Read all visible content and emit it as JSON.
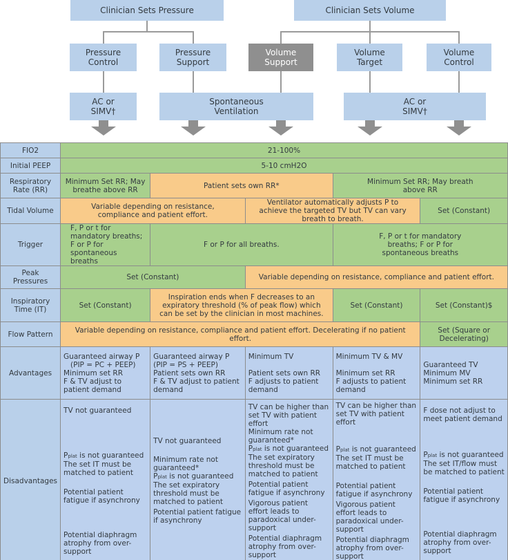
{
  "top": {
    "pressure_header": "Clinician Sets Pressure",
    "volume_header": "Clinician Sets Volume",
    "modes": [
      "Pressure Control",
      "Pressure Support",
      "Volume Support",
      "Volume Target",
      "Volume Control"
    ],
    "breath_types": {
      "left": "AC or SIMV†",
      "middle": "Spontaneous Ventilation",
      "right": "AC or SIMV†"
    }
  },
  "colors": {
    "blue": "#b9d0ea",
    "green": "#a8d08d",
    "orange": "#f9cb8a",
    "grey": "#8f8f8f"
  },
  "rows": {
    "fio2": {
      "label": "FIO2",
      "value": "21-100%"
    },
    "peep": {
      "label": "Initial PEEP",
      "value": "5-10 cmH2O"
    },
    "rr": {
      "label": "Respiratory Rate (RR)",
      "c1": "Minimum Set RR; May breathe above RR",
      "c2": "Patient sets own RR*",
      "c3": "Minimum Set RR; May breath above RR"
    },
    "tv": {
      "label": "Tidal Volume",
      "c1": "Variable depending on resistance, compliance and patient effort.",
      "c2": "Ventilator automatically adjusts P to achieve the targeted TV but TV can vary breath to breath.",
      "c3": "Set (Constant)"
    },
    "trigger": {
      "label": "Trigger",
      "c1": "F, P or t for mandatory breaths; F or P for spontaneous breaths",
      "c2": "F or P for all breaths.",
      "c3": "F, P or t for mandatory breaths; F or P for spontaneous breaths"
    },
    "peak": {
      "label": "Peak Pressures",
      "c1": "Set (Constant)",
      "c2": "Variable depending on resistance, compliance and patient effort."
    },
    "it": {
      "label": "Inspiratory Time (IT)",
      "c1": "Set (Constant)",
      "c2": "Inspiration ends when F decreases to an expiratory threshold (% of peak flow) which can be set by the clinician in most machines.",
      "c3": "Set (Constant)",
      "c4": "Set (Constant)$"
    },
    "flow": {
      "label": "Flow Pattern",
      "c1": "Variable depending on resistance, compliance and patient effort. Decelerating if no patient effort.",
      "c2": "Set (Square or Decelerating)"
    },
    "adv": {
      "label": "Advantages",
      "cols": [
        [
          "Guaranteed airway P",
          "(PIP = PC + PEEP)",
          "Minimum set RR",
          "F & TV adjust to patient demand"
        ],
        [
          "Guaranteed airway P (PIP = PS + PEEP)",
          "Patient sets own RR",
          "F & TV adjust to patient demand"
        ],
        [
          "Minimum TV",
          "Patient sets own RR",
          "F adjusts to patient demand"
        ],
        [
          "Minimum TV & MV",
          "Minimum set RR",
          "F adjusts to patient demand"
        ],
        [
          "Guaranteed TV",
          "Minimum MV",
          "Minimum set RR"
        ]
      ]
    },
    "dis": {
      "label": "Disadvantages",
      "c1": {
        "a": "TV not guaranteed",
        "pplat": "P",
        "pplat_sub": "plat",
        "b": "is not guaranteed",
        "c": "The set IT must be matched to patient",
        "d": "Potential patient fatigue if asynchrony",
        "e": "Potential diaphragm atrophy from over-support"
      },
      "c2": {
        "a": "TV not guaranteed",
        "b": "Minimum rate not guaranteed*",
        "pplat": "P",
        "pplat_sub": "plat",
        "c": "is not guaranteed",
        "d": "The set expiratory threshold must be matched to patient",
        "e": "Potential patient fatigue if asynchrony"
      },
      "c3": {
        "a": "TV can be higher than set TV with patient effort",
        "b": "Minimum rate not guaranteed*",
        "pplat": "P",
        "pplat_sub": "plat",
        "c": "is not guaranteed",
        "d": "The set expiratory threshold must be matched to patient",
        "e": "Potential patient fatigue if asynchrony",
        "f": "Vigorous patient effort leads to paradoxical under-support",
        "g": "Potential diaphragm atrophy from over-support"
      },
      "c4": {
        "a": "TV can be higher than set TV with patient effort",
        "pplat": "P",
        "pplat_sub": "plat",
        "b": "is not guaranteed",
        "c": "The set IT must be matched to patient",
        "d": "Potential patient fatigue if asynchrony",
        "e": "Vigorous patient effort leads to paradoxical under-support",
        "f": "Potential diaphragm atrophy from over-support"
      },
      "c5": {
        "a": "F dose not adjust to meet patient demand",
        "pplat": "P",
        "pplat_sub": "plat",
        "b": "is not guaranteed",
        "c": "The set IT/flow must be matched to patient",
        "d": "Potential patient fatigue if asynchrony",
        "e": "Potential diaphragm atrophy from over-support"
      }
    }
  }
}
